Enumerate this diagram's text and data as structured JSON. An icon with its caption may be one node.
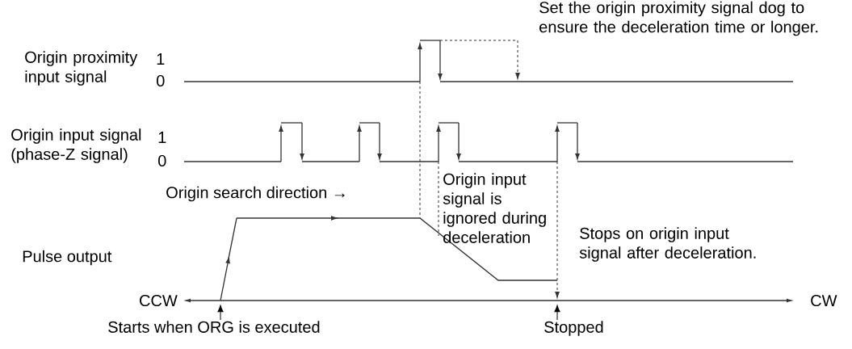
{
  "diagram": {
    "nodes": [
      {
        "text": [
          "Starts when ORG is executed"
        ]
      },
      {
        "text": [
          "Stopped"
        ]
      },
      {
        "text": [],
        "shape": "line"
      }
    ],
    "edges": [
      {
        "from": 0,
        "to": 2,
        "arrow": "to"
      },
      {
        "from": 1,
        "to": 2,
        "arrow": "to"
      }
    ],
    "labels": [
      "Set the origin proximity signal dog to ensure the deceleration time or longer.",
      "Origin proximity input signal",
      "1",
      "0",
      "Origin input signal (phase-Z signal)",
      "1",
      "0",
      "Origin search direction →",
      "Origin input signal is ignored during deceleration",
      "Pulse output",
      "Stops on origin input signal after deceleration.",
      "CCW",
      "CW"
    ]
  }
}
